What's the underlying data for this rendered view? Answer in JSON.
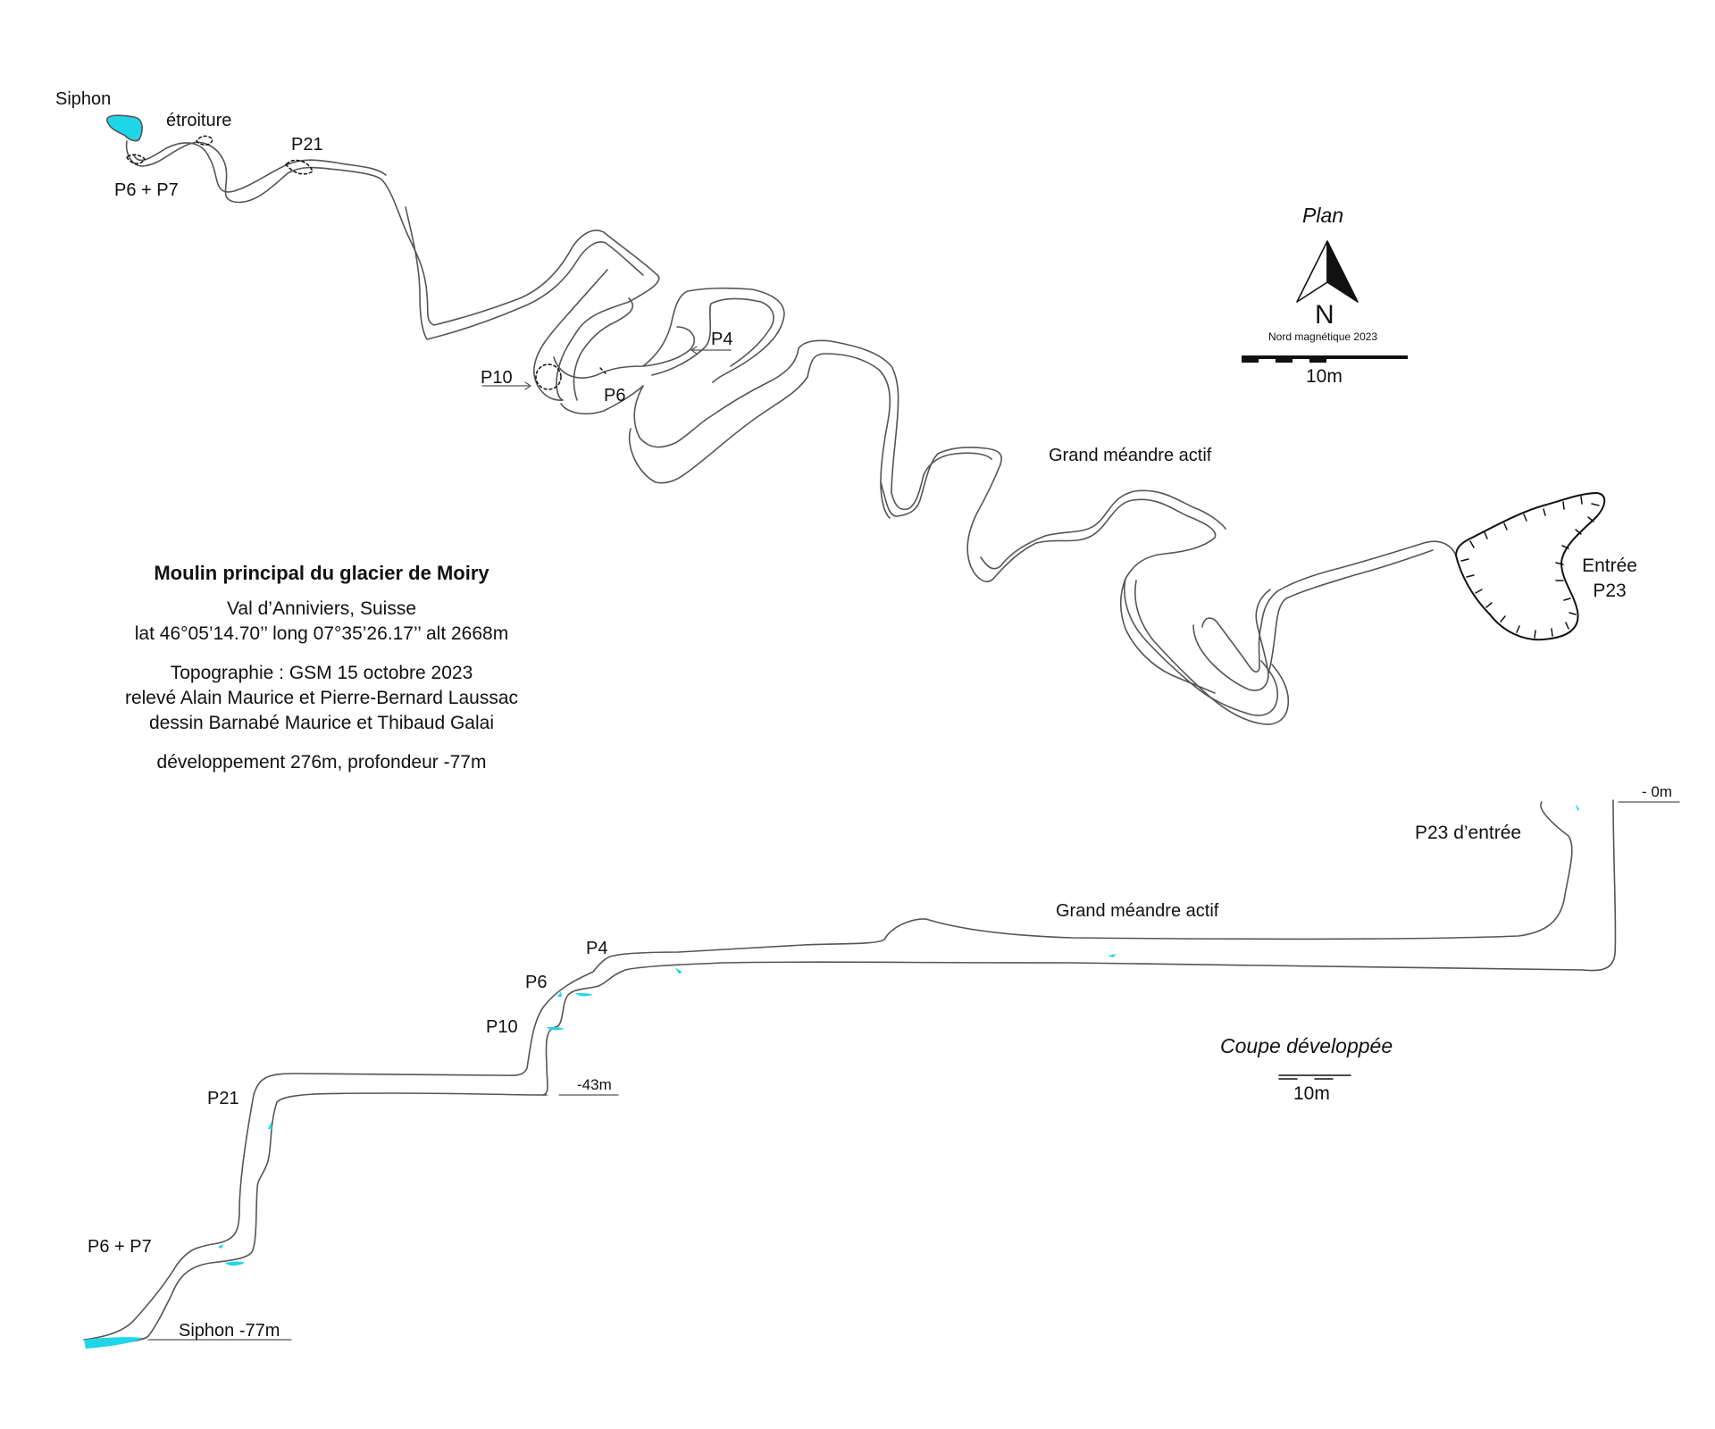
{
  "plan": {
    "title": "Plan",
    "north_letter": "N",
    "north_caption": "Nord magnétique 2023",
    "scale_label": "10m",
    "labels": {
      "siphon": "Siphon",
      "etroiture": "étroiture",
      "p6_p7": "P6 + P7",
      "p21": "P21",
      "p4": "P4",
      "p10": "P10",
      "p6": "P6",
      "grand_meandre": "Grand méandre actif",
      "entree_1": "Entrée",
      "entree_2": "P23"
    }
  },
  "section": {
    "title": "Coupe développée",
    "scale_label": "10m",
    "labels": {
      "zero": "- 0m",
      "p23": "P23 d’entrée",
      "grand_meandre": "Grand méandre actif",
      "p4": "P4",
      "p6": "P6",
      "p10": "P10",
      "m43": "-43m",
      "p21": "P21",
      "p6_p7": "P6 + P7",
      "siphon": "Siphon -77m"
    }
  },
  "info": {
    "title": "Moulin principal du glacier de Moiry",
    "location": "Val d’Anniviers, Suisse",
    "coords": "lat 46°05’14.70’’ long 07°35’26.17’’ alt 2668m",
    "topo": "Topographie : GSM 15 octobre 2023",
    "releve": "relevé Alain Maurice et Pierre-Bernard Laussac",
    "dessin": "dessin Barnabé Maurice et Thibaud Galai",
    "stats": "développement 276m, profondeur -77m"
  },
  "colors": {
    "water": "#1fd6e8",
    "line": "#555555"
  }
}
